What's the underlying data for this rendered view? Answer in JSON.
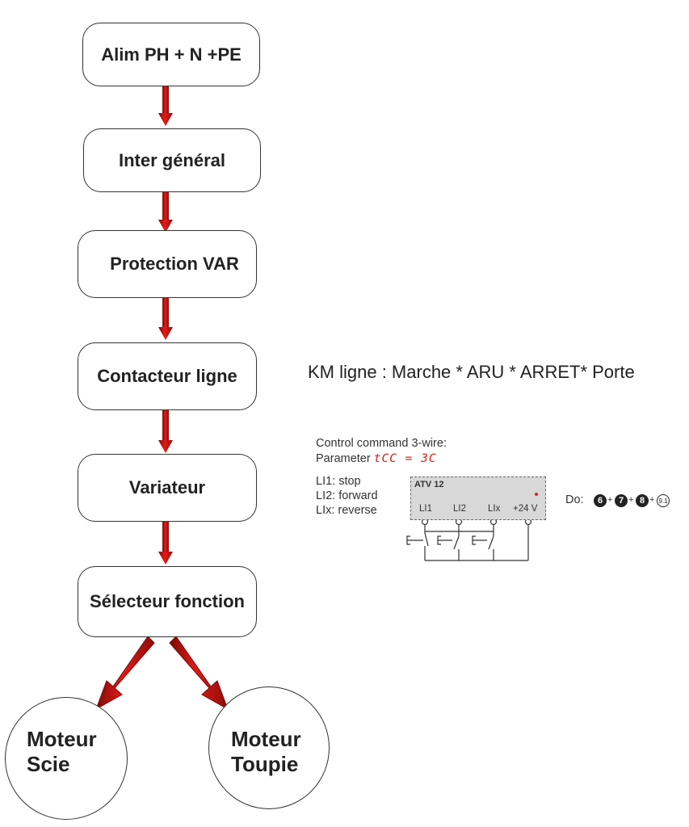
{
  "flow": {
    "boxes": [
      "Alim PH + N +PE",
      "Inter général",
      "Protection VAR",
      "Contacteur ligne",
      "Variateur",
      "Sélecteur fonction"
    ],
    "motors": [
      [
        "Moteur",
        "Scie"
      ],
      [
        "Moteur",
        "Toupie"
      ]
    ],
    "arrow_color": "#e31b17"
  },
  "km_note": "KM ligne : Marche * ARU * ARRET* Porte",
  "control": {
    "title": "Control command 3-wire:",
    "param_label": "Parameter",
    "param_code": "tCC = 3C",
    "lines": [
      "LI1: stop",
      "LI2: forward",
      "LIx: reverse"
    ],
    "device": "ATV 12",
    "terminals": [
      "LI1",
      "LI2",
      "LIx",
      "+24 V"
    ],
    "do_label": "Do:",
    "do_steps": [
      "6",
      "7",
      "8",
      "9.1"
    ]
  }
}
